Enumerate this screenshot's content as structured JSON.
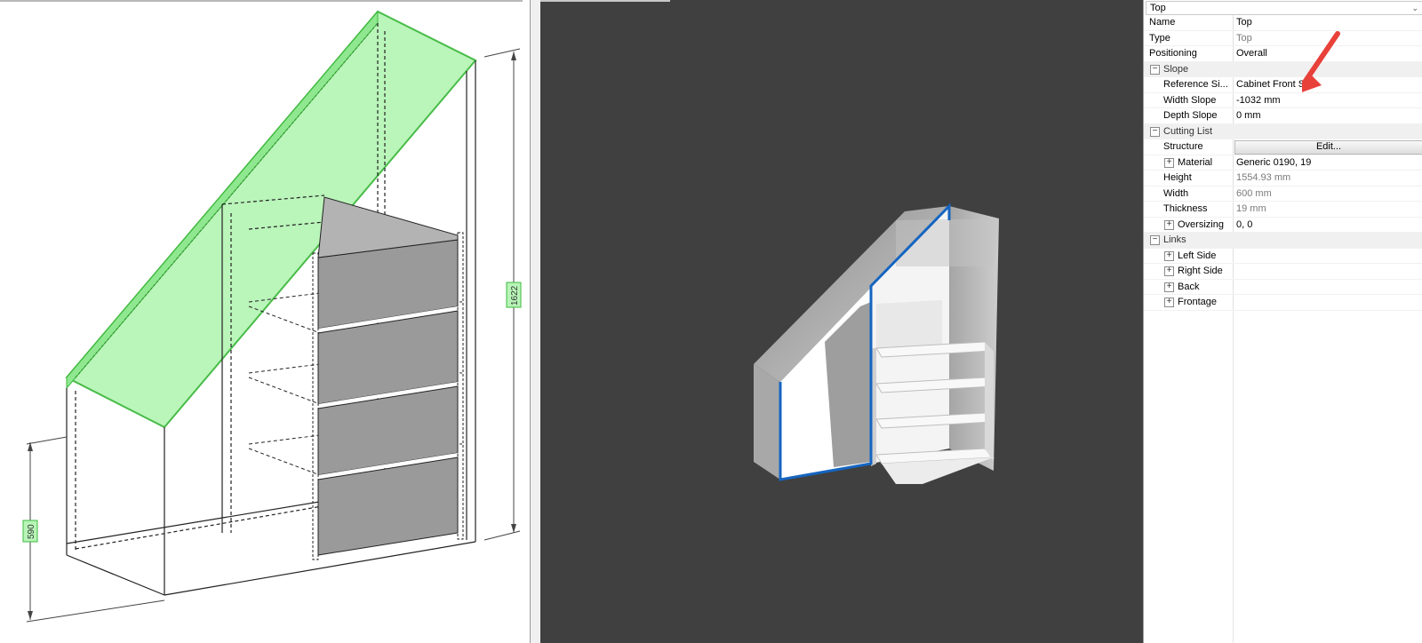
{
  "wire_view": {
    "dimensions": [
      "1622",
      "590"
    ]
  },
  "properties": {
    "selector": "Top",
    "rows": [
      {
        "name": "Name",
        "value": "Top",
        "kind": "prop"
      },
      {
        "name": "Type",
        "value": "Top",
        "kind": "prop-readonly"
      },
      {
        "name": "Positioning",
        "value": "Overall",
        "kind": "prop"
      },
      {
        "name": "Slope",
        "value": "",
        "kind": "category",
        "expander": "⊟"
      },
      {
        "name": "Reference Si...",
        "value": "Cabinet Front Sic",
        "kind": "sub"
      },
      {
        "name": "Width Slope",
        "value": "-1032 mm",
        "kind": "sub"
      },
      {
        "name": "Depth Slope",
        "value": "0 mm",
        "kind": "sub"
      },
      {
        "name": "Cutting List",
        "value": "",
        "kind": "category",
        "expander": "⊟"
      },
      {
        "name": "Structure",
        "value": "Edit...",
        "kind": "sub-button"
      },
      {
        "name": "Material",
        "value": "Generic 0190, 19",
        "kind": "sub2",
        "expander": "⊞"
      },
      {
        "name": "Height",
        "value": "1554.93 mm",
        "kind": "sub-readonly"
      },
      {
        "name": "Width",
        "value": "600 mm",
        "kind": "sub-readonly"
      },
      {
        "name": "Thickness",
        "value": "19 mm",
        "kind": "sub-readonly"
      },
      {
        "name": "Oversizing",
        "value": "0, 0",
        "kind": "sub2",
        "expander": "⊞"
      },
      {
        "name": "Links",
        "value": "",
        "kind": "category",
        "expander": "⊟"
      },
      {
        "name": "Left Side",
        "value": "",
        "kind": "sub2",
        "expander": "⊞"
      },
      {
        "name": "Right Side",
        "value": "",
        "kind": "sub2",
        "expander": "⊞"
      },
      {
        "name": "Back",
        "value": "",
        "kind": "sub2",
        "expander": "⊞"
      },
      {
        "name": "Frontage",
        "value": "",
        "kind": "sub2",
        "expander": "⊞"
      }
    ]
  },
  "icons": {
    "dropdown": "chevron-down-icon",
    "annotation": "red-arrow-icon"
  },
  "colors": {
    "highlight": "#b7f5b7",
    "highlight_stroke": "#3fb93f",
    "viewport_bg": "#404040",
    "edge_selected": "#1565c0",
    "annotation": "#e8413a"
  }
}
